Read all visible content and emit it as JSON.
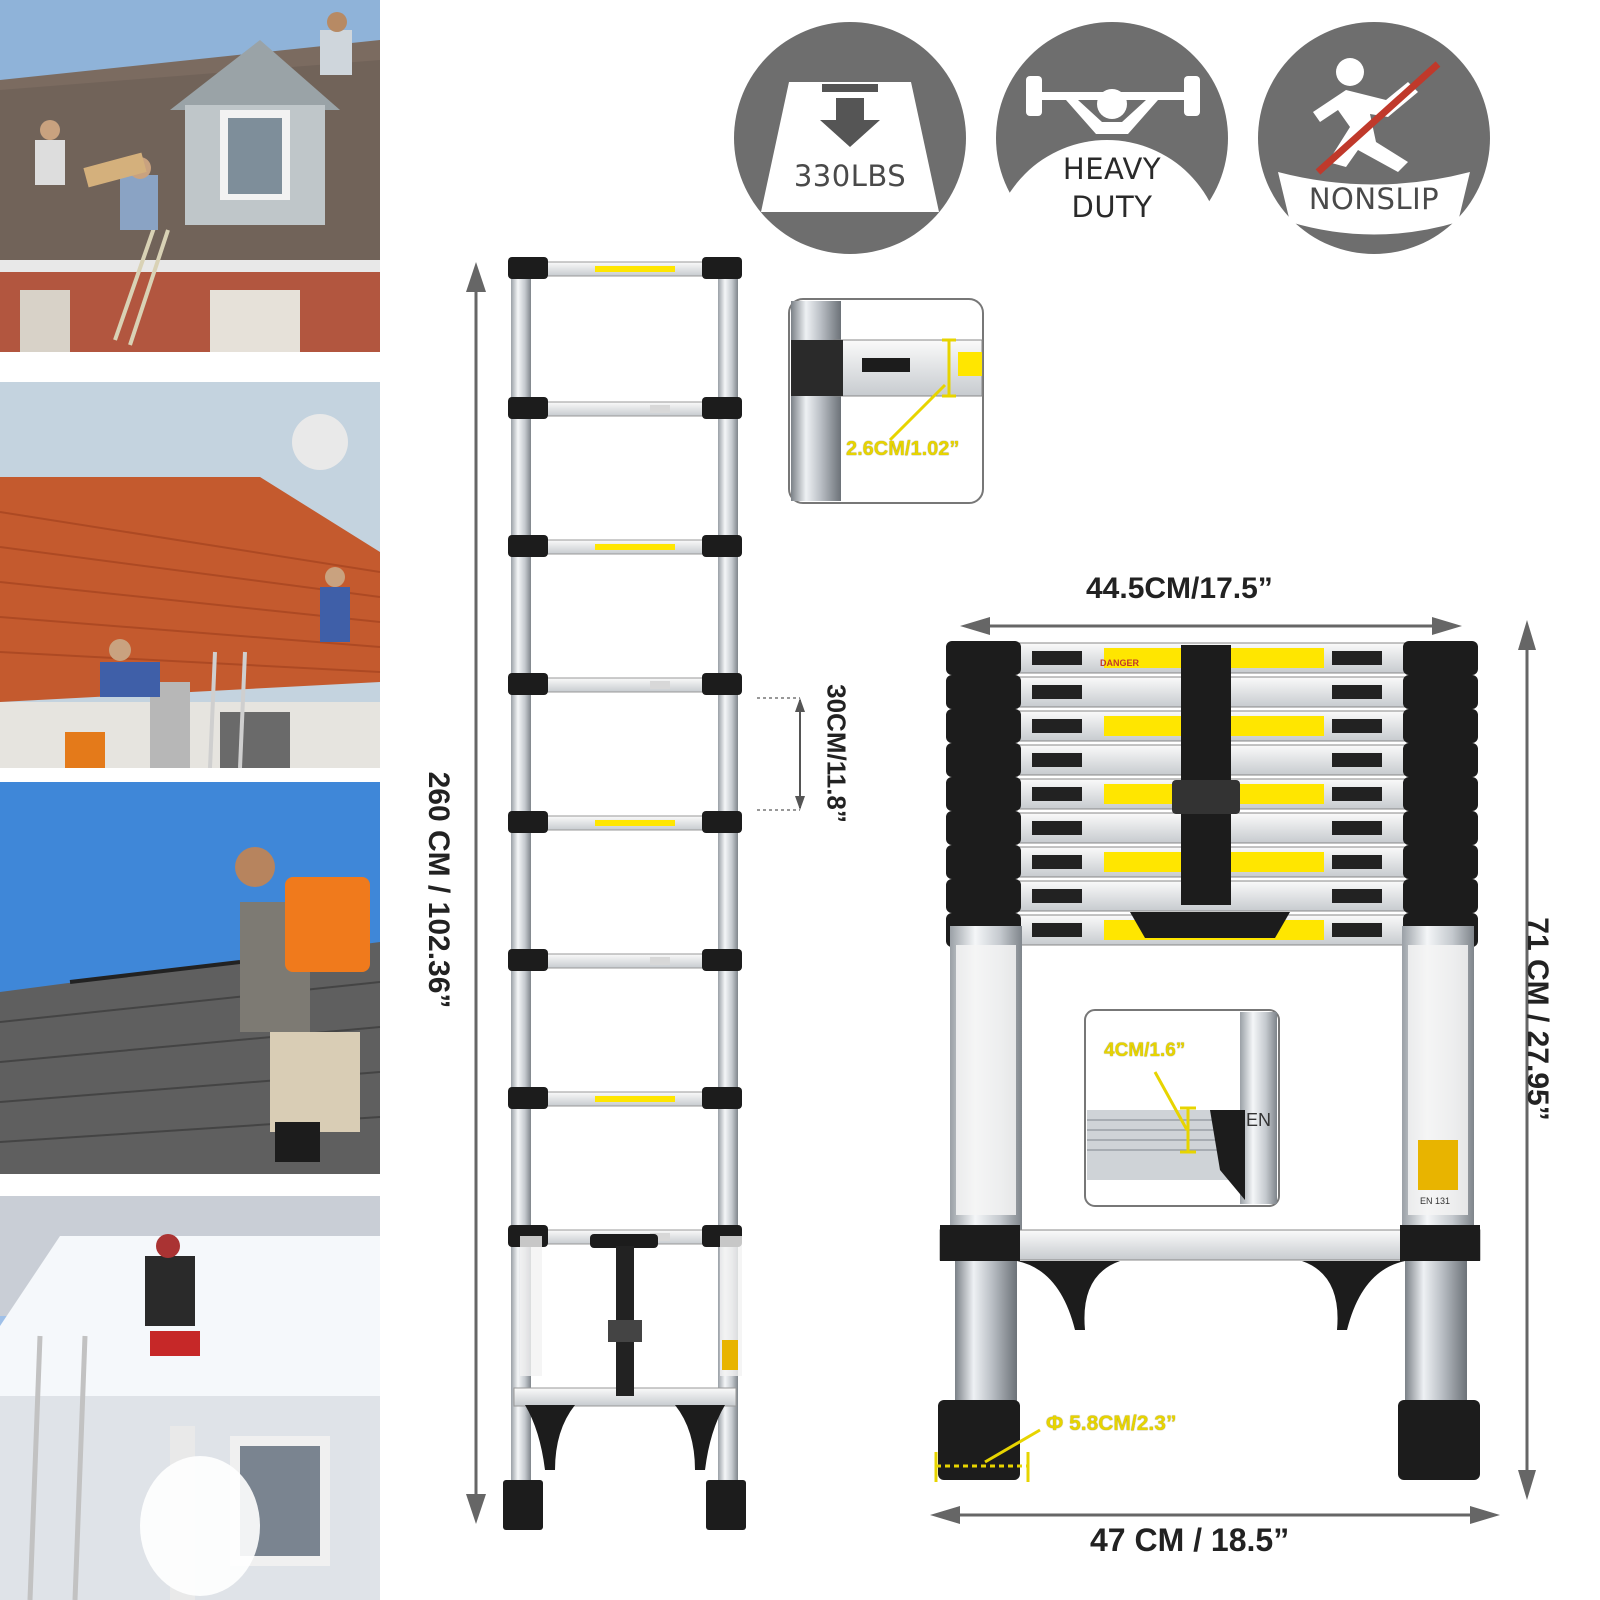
{
  "photos": [
    {
      "scene": "roof-repair-shingles"
    },
    {
      "scene": "roof-repair-tiles"
    },
    {
      "scene": "roof-cleaning"
    },
    {
      "scene": "snow-removal"
    }
  ],
  "badges": [
    {
      "label": "330LBS",
      "icon": "weight-down-icon"
    },
    {
      "label": "HEAVY\nDUTY",
      "icon": "weightlifter-icon"
    },
    {
      "label": "NONSLIP",
      "icon": "slip-crossed-icon"
    }
  ],
  "dimensions": {
    "extended_height": "260 CM  /  102.36”",
    "rung_spacing": "30CM/11.8”",
    "rung_depth": "2.6CM/1.02”",
    "top_width": "44.5CM/17.5”",
    "collapsed_height": "71 CM  /  27.95”",
    "step_thickness": "4CM/1.6”",
    "foot_diameter": "Φ 5.8CM/2.3”",
    "base_width": "47 CM  /  18.5”"
  },
  "labels": {
    "danger": "DANGER",
    "en131": "EN 131",
    "en_short": "EN"
  },
  "colors": {
    "badge": "#6e6e6e",
    "dim_text": "#222222",
    "yellow": "#e7d400",
    "rail": "#c8ccd0",
    "black": "#1c1c1c"
  }
}
